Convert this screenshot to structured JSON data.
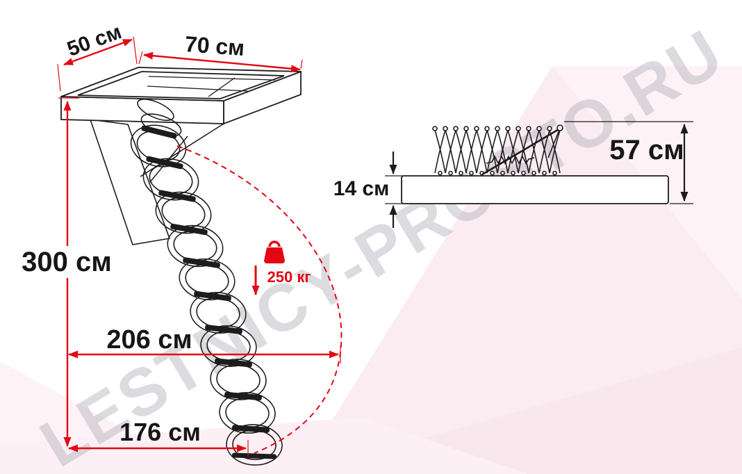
{
  "watermark": "LESTNICY-PROSTO.RU",
  "colors": {
    "dimension_red": "#e30613",
    "line_black": "#1c1c1c",
    "background_pink": "#fbecf2"
  },
  "perspective_view": {
    "hatch_width": "50 см",
    "hatch_length": "70 см",
    "ceiling_height": "300 см",
    "swing_clearance": "206 см",
    "floor_footprint": "176 см",
    "max_load": "250 кг"
  },
  "side_view": {
    "folded_height": "57 см",
    "box_thickness": "14 см"
  }
}
